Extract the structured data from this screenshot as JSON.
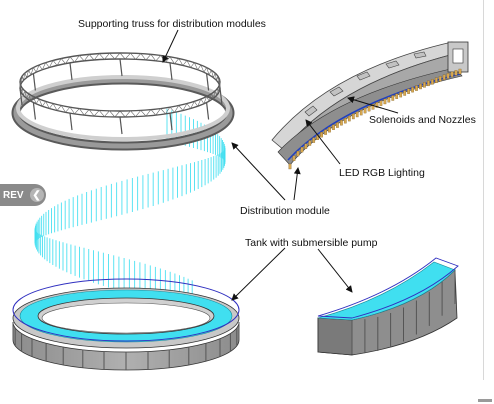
{
  "labels": {
    "truss": "Supporting truss for distribution modules",
    "solenoids": "Solenoids and Nozzles",
    "led": "LED RGB Lighting",
    "module": "Distribution module",
    "tank": "Tank with submersible pump"
  },
  "nav": {
    "prev_label": "REV",
    "prev_icon": "chevron-left-icon"
  },
  "colors": {
    "structure": "#b9b9b9",
    "structure_dark": "#7b7b7b",
    "water": "#40dff0",
    "outline_blue": "#3030c0",
    "nozzles": "#d8a850"
  }
}
